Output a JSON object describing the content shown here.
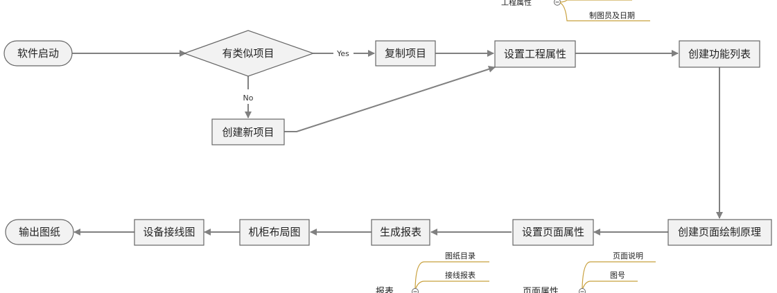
{
  "colors": {
    "node_fill": "#f2f2f2",
    "node_stroke": "#666666",
    "edge": "#808080",
    "mindmap_line": "#c8a03c"
  },
  "nodes": {
    "start": "软件启动",
    "has_similar": "有类似项目",
    "copy_project": "复制项目",
    "create_new": "创建新项目",
    "set_project_props": "设置工程属性",
    "create_func_list": "创建功能列表",
    "create_page_draw": "创建页面绘制原理",
    "set_page_props": "设置页面属性",
    "gen_report": "生成报表",
    "cabinet_layout": "机柜布局图",
    "device_wiring": "设备接线图",
    "output": "输出图纸"
  },
  "edge_labels": {
    "yes": "Yes",
    "no": "No"
  },
  "mindmaps": {
    "project_props": {
      "root": "工程属性",
      "items": [
        "制图员及日期"
      ]
    },
    "report": {
      "root": "报表",
      "items": [
        "图纸目录",
        "接线报表"
      ]
    },
    "page_props": {
      "root": "页面属性",
      "items": [
        "页面说明",
        "图号"
      ]
    }
  }
}
